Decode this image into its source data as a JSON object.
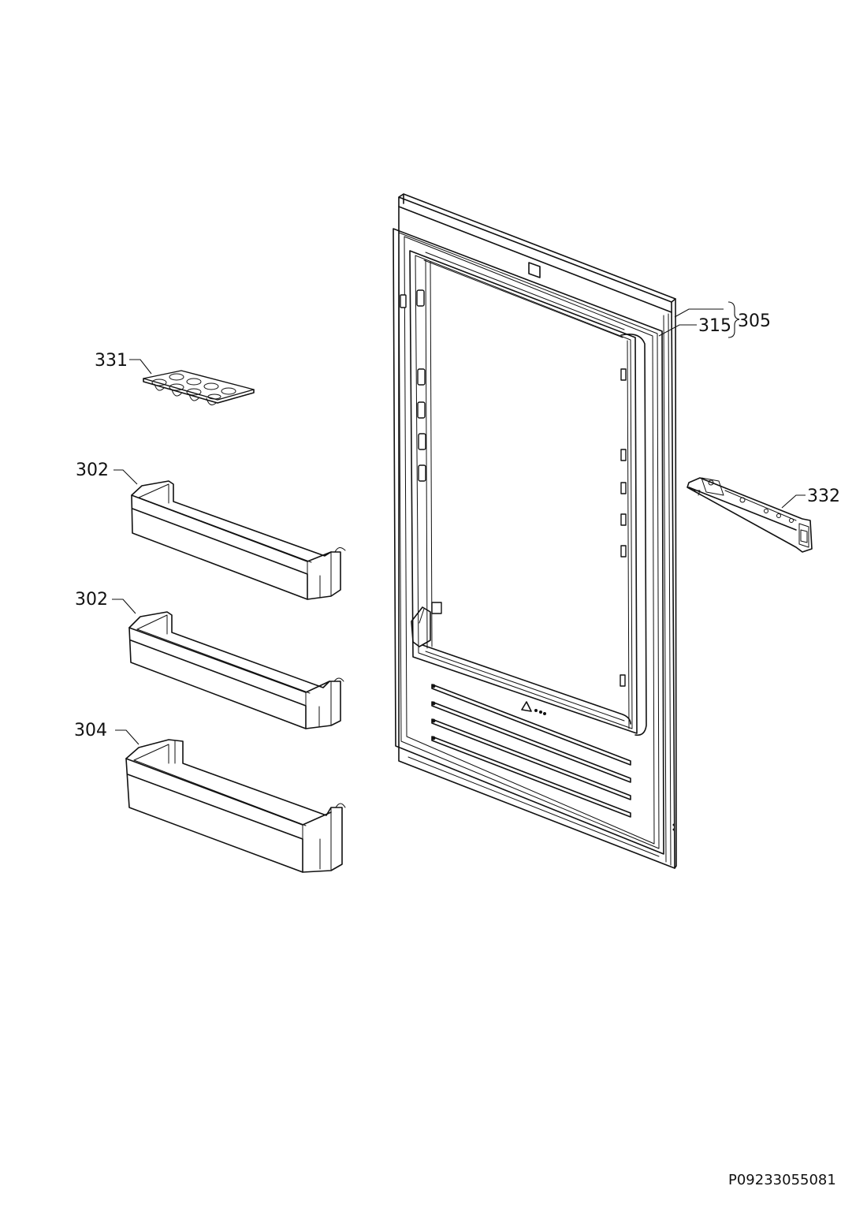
{
  "drawing_code": "P09233055081",
  "parts": {
    "p331": {
      "number": "331"
    },
    "p302_upper": {
      "number": "302"
    },
    "p302_lower": {
      "number": "302"
    },
    "p304": {
      "number": "304"
    },
    "p305": {
      "number": "305"
    },
    "p315": {
      "number": "315"
    },
    "p332": {
      "number": "332"
    }
  },
  "colors": {
    "line": "#111111",
    "background": "#ffffff"
  }
}
